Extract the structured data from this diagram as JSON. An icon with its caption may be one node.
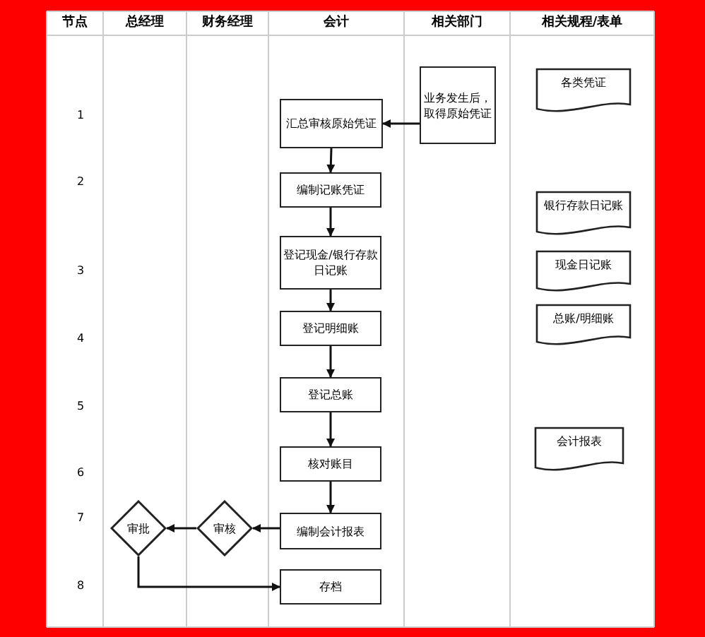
{
  "diagram": {
    "nodes": [
      {
        "text": [
          "汇总审核原始凭证"
        ]
      },
      {
        "text": [
          "业务发生后，取得原始凭证"
        ]
      },
      {
        "text": [
          "编制记账凭证"
        ]
      },
      {
        "text": [
          "登记现金/银行存款日记账"
        ]
      },
      {
        "text": [
          "登记明细账"
        ]
      },
      {
        "text": [
          "登记总账"
        ]
      },
      {
        "text": [
          "核对账目"
        ]
      },
      {
        "text": [
          "编制会计报表"
        ]
      },
      {
        "text": [
          "审核"
        ]
      },
      {
        "text": [
          "审批"
        ]
      },
      {
        "text": [
          "存档"
        ]
      },
      {
        "text": [
          "各类凭证"
        ]
      },
      {
        "text": [
          "银行存款日记账"
        ]
      },
      {
        "text": [
          "现金日记账"
        ]
      },
      {
        "text": [
          "总账/明细账"
        ]
      },
      {
        "text": [
          "会计报表"
        ]
      }
    ],
    "edges": [
      {
        "from": 1,
        "to": 0,
        "arrow": "to"
      },
      {
        "from": 0,
        "to": 2,
        "arrow": "to"
      },
      {
        "from": 2,
        "to": 3,
        "arrow": "to"
      },
      {
        "from": 3,
        "to": 4,
        "arrow": "to"
      },
      {
        "from": 4,
        "to": 5,
        "arrow": "to"
      },
      {
        "from": 5,
        "to": 6,
        "arrow": "to"
      },
      {
        "from": 6,
        "to": 7,
        "arrow": "to"
      },
      {
        "from": 7,
        "to": 8,
        "arrow": "to"
      },
      {
        "from": 8,
        "to": 9,
        "arrow": "to"
      },
      {
        "from": 9,
        "to": 10,
        "arrow": "to"
      }
    ],
    "labels": [
      "节点",
      "总经理",
      "财务经理",
      "会计",
      "相关部门",
      "相关规程/表单",
      "1",
      "2",
      "3",
      "4",
      "5",
      "6",
      "7",
      "8"
    ]
  }
}
